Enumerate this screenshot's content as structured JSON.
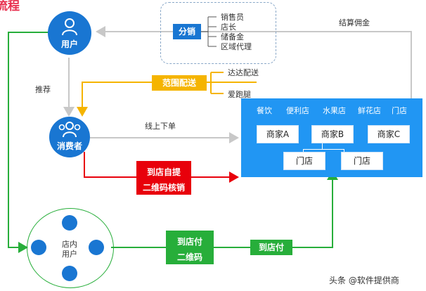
{
  "title_fragment": "流程",
  "distribution": {
    "label": "分销",
    "items": [
      "销售员",
      "店长",
      "储备金",
      "区域代理"
    ]
  },
  "user_node": {
    "label": "用户"
  },
  "consumer_node": {
    "label": "消费者"
  },
  "in_store_node": {
    "label_line1": "店内",
    "label_line2": "用户"
  },
  "flow_labels": {
    "commission": "结算佣金",
    "recommend": "推荐",
    "online_order": "线上下单"
  },
  "delivery": {
    "label": "范围配送",
    "options": [
      "达达配送",
      "爱跑腿"
    ]
  },
  "pickup": {
    "line1": "到店自提",
    "line2": "二维码核销"
  },
  "pay_box": {
    "line1": "到店付",
    "line2": "二维码"
  },
  "pay_tag": {
    "label": "到店付"
  },
  "merchant_panel": {
    "categories": [
      "餐饮",
      "便利店",
      "水果店",
      "鲜花店",
      "门店"
    ],
    "merchants": [
      "商家A",
      "商家B",
      "商家C"
    ],
    "stores": [
      "门店",
      "门店"
    ]
  },
  "watermark": "头条 @软件提供商",
  "colors": {
    "blue": "#1976d2",
    "panel": "#2196f3",
    "red": "#e8000b",
    "green": "#27ae3a",
    "yellow": "#f5b400",
    "grey_arrow": "#c8c8c8",
    "title": "#e8304f"
  }
}
